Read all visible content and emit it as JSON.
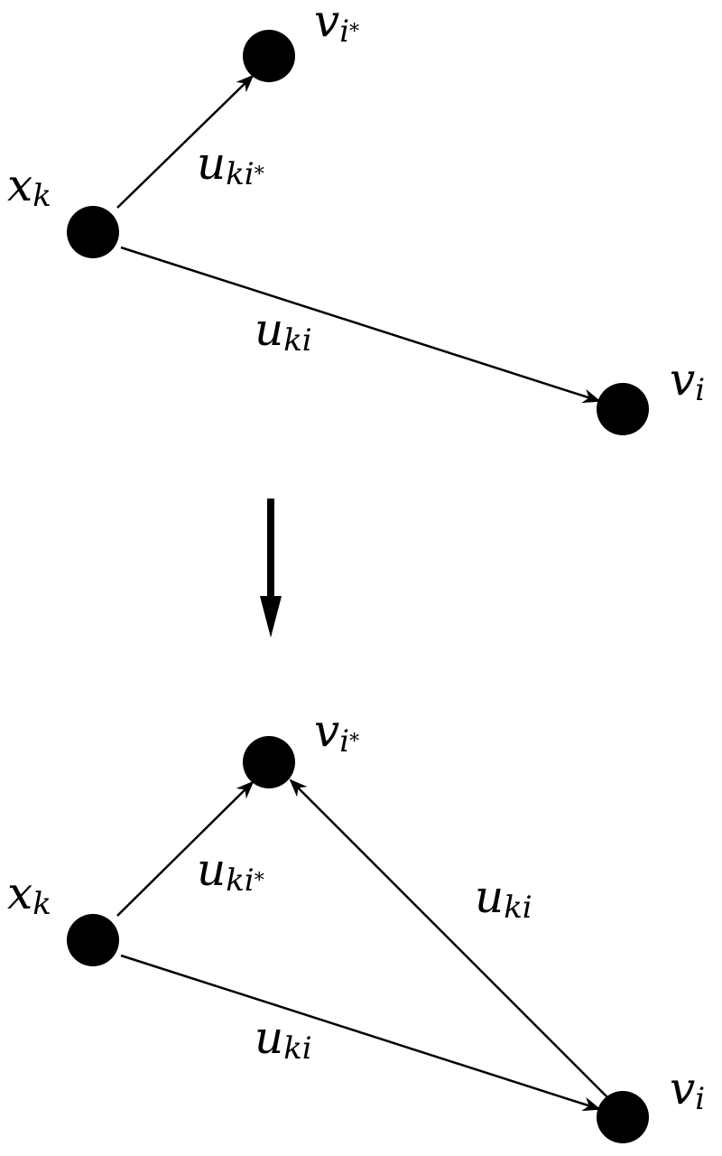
{
  "diagram": {
    "top": {
      "nodes": {
        "x_k": {
          "main": "x",
          "sub": "k",
          "star": ""
        },
        "v_istar": {
          "main": "v",
          "sub": "i",
          "star": "*"
        },
        "v_i": {
          "main": "v",
          "sub": "i",
          "star": ""
        }
      },
      "edges": {
        "xk_to_vistar": {
          "main": "u",
          "sub": "ki",
          "star": "*"
        },
        "xk_to_vi": {
          "main": "u",
          "sub": "ki",
          "star": ""
        }
      }
    },
    "bottom": {
      "nodes": {
        "x_k": {
          "main": "x",
          "sub": "k",
          "star": ""
        },
        "v_istar": {
          "main": "v",
          "sub": "i",
          "star": "*"
        },
        "v_i": {
          "main": "v",
          "sub": "i",
          "star": ""
        }
      },
      "edges": {
        "xk_to_vistar": {
          "main": "u",
          "sub": "ki",
          "star": "*"
        },
        "xk_to_vi": {
          "main": "u",
          "sub": "ki",
          "star": ""
        },
        "vi_to_vistar": {
          "main": "u",
          "sub": "ki",
          "star": ""
        }
      }
    }
  }
}
